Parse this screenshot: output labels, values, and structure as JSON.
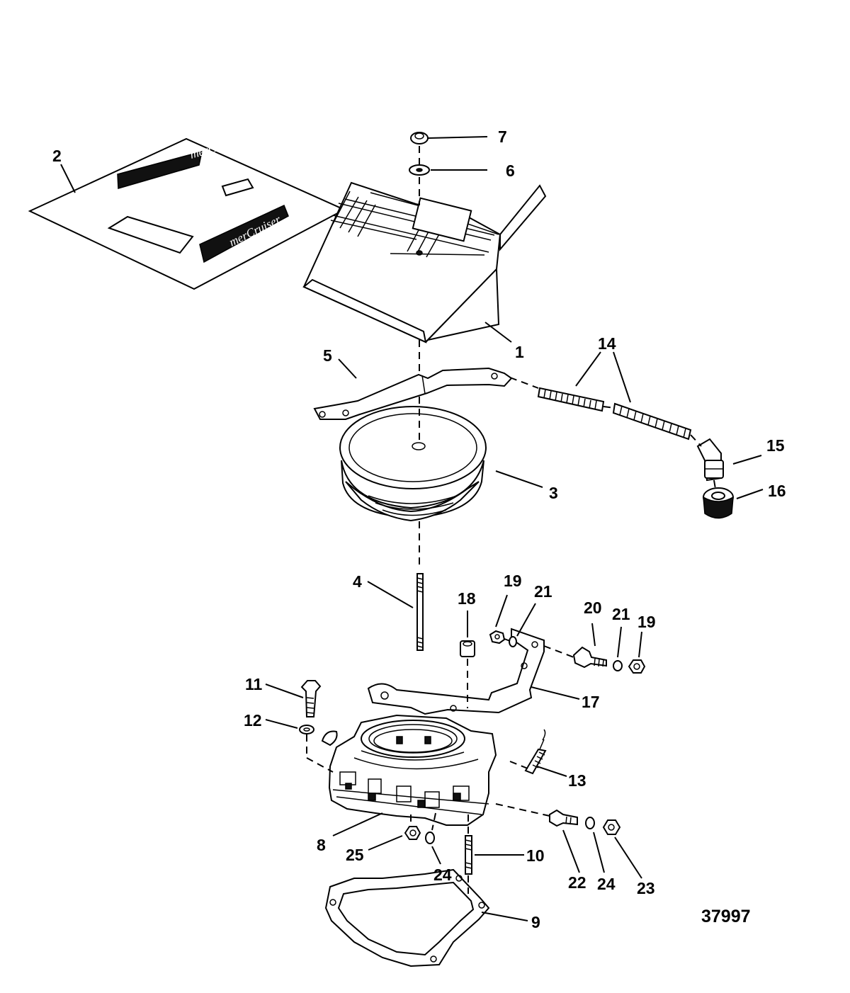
{
  "diagram": {
    "figure_number": "37997",
    "brand_mark": "merCruiser",
    "callouts": [
      {
        "id": "c1",
        "label": "1"
      },
      {
        "id": "c2",
        "label": "2"
      },
      {
        "id": "c3",
        "label": "3"
      },
      {
        "id": "c4",
        "label": "4"
      },
      {
        "id": "c5",
        "label": "5"
      },
      {
        "id": "c6",
        "label": "6"
      },
      {
        "id": "c7",
        "label": "7"
      },
      {
        "id": "c8",
        "label": "8"
      },
      {
        "id": "c9",
        "label": "9"
      },
      {
        "id": "c10",
        "label": "10"
      },
      {
        "id": "c11",
        "label": "11"
      },
      {
        "id": "c12",
        "label": "12"
      },
      {
        "id": "c13",
        "label": "13"
      },
      {
        "id": "c14",
        "label": "14"
      },
      {
        "id": "c15",
        "label": "15"
      },
      {
        "id": "c16",
        "label": "16"
      },
      {
        "id": "c17",
        "label": "17"
      },
      {
        "id": "c18",
        "label": "18"
      },
      {
        "id": "c19a",
        "label": "19"
      },
      {
        "id": "c19b",
        "label": "19"
      },
      {
        "id": "c20",
        "label": "20"
      },
      {
        "id": "c21a",
        "label": "21"
      },
      {
        "id": "c21b",
        "label": "21"
      },
      {
        "id": "c22",
        "label": "22"
      },
      {
        "id": "c23",
        "label": "23"
      },
      {
        "id": "c24a",
        "label": "24"
      },
      {
        "id": "c24b",
        "label": "24"
      },
      {
        "id": "c25",
        "label": "25"
      }
    ]
  }
}
